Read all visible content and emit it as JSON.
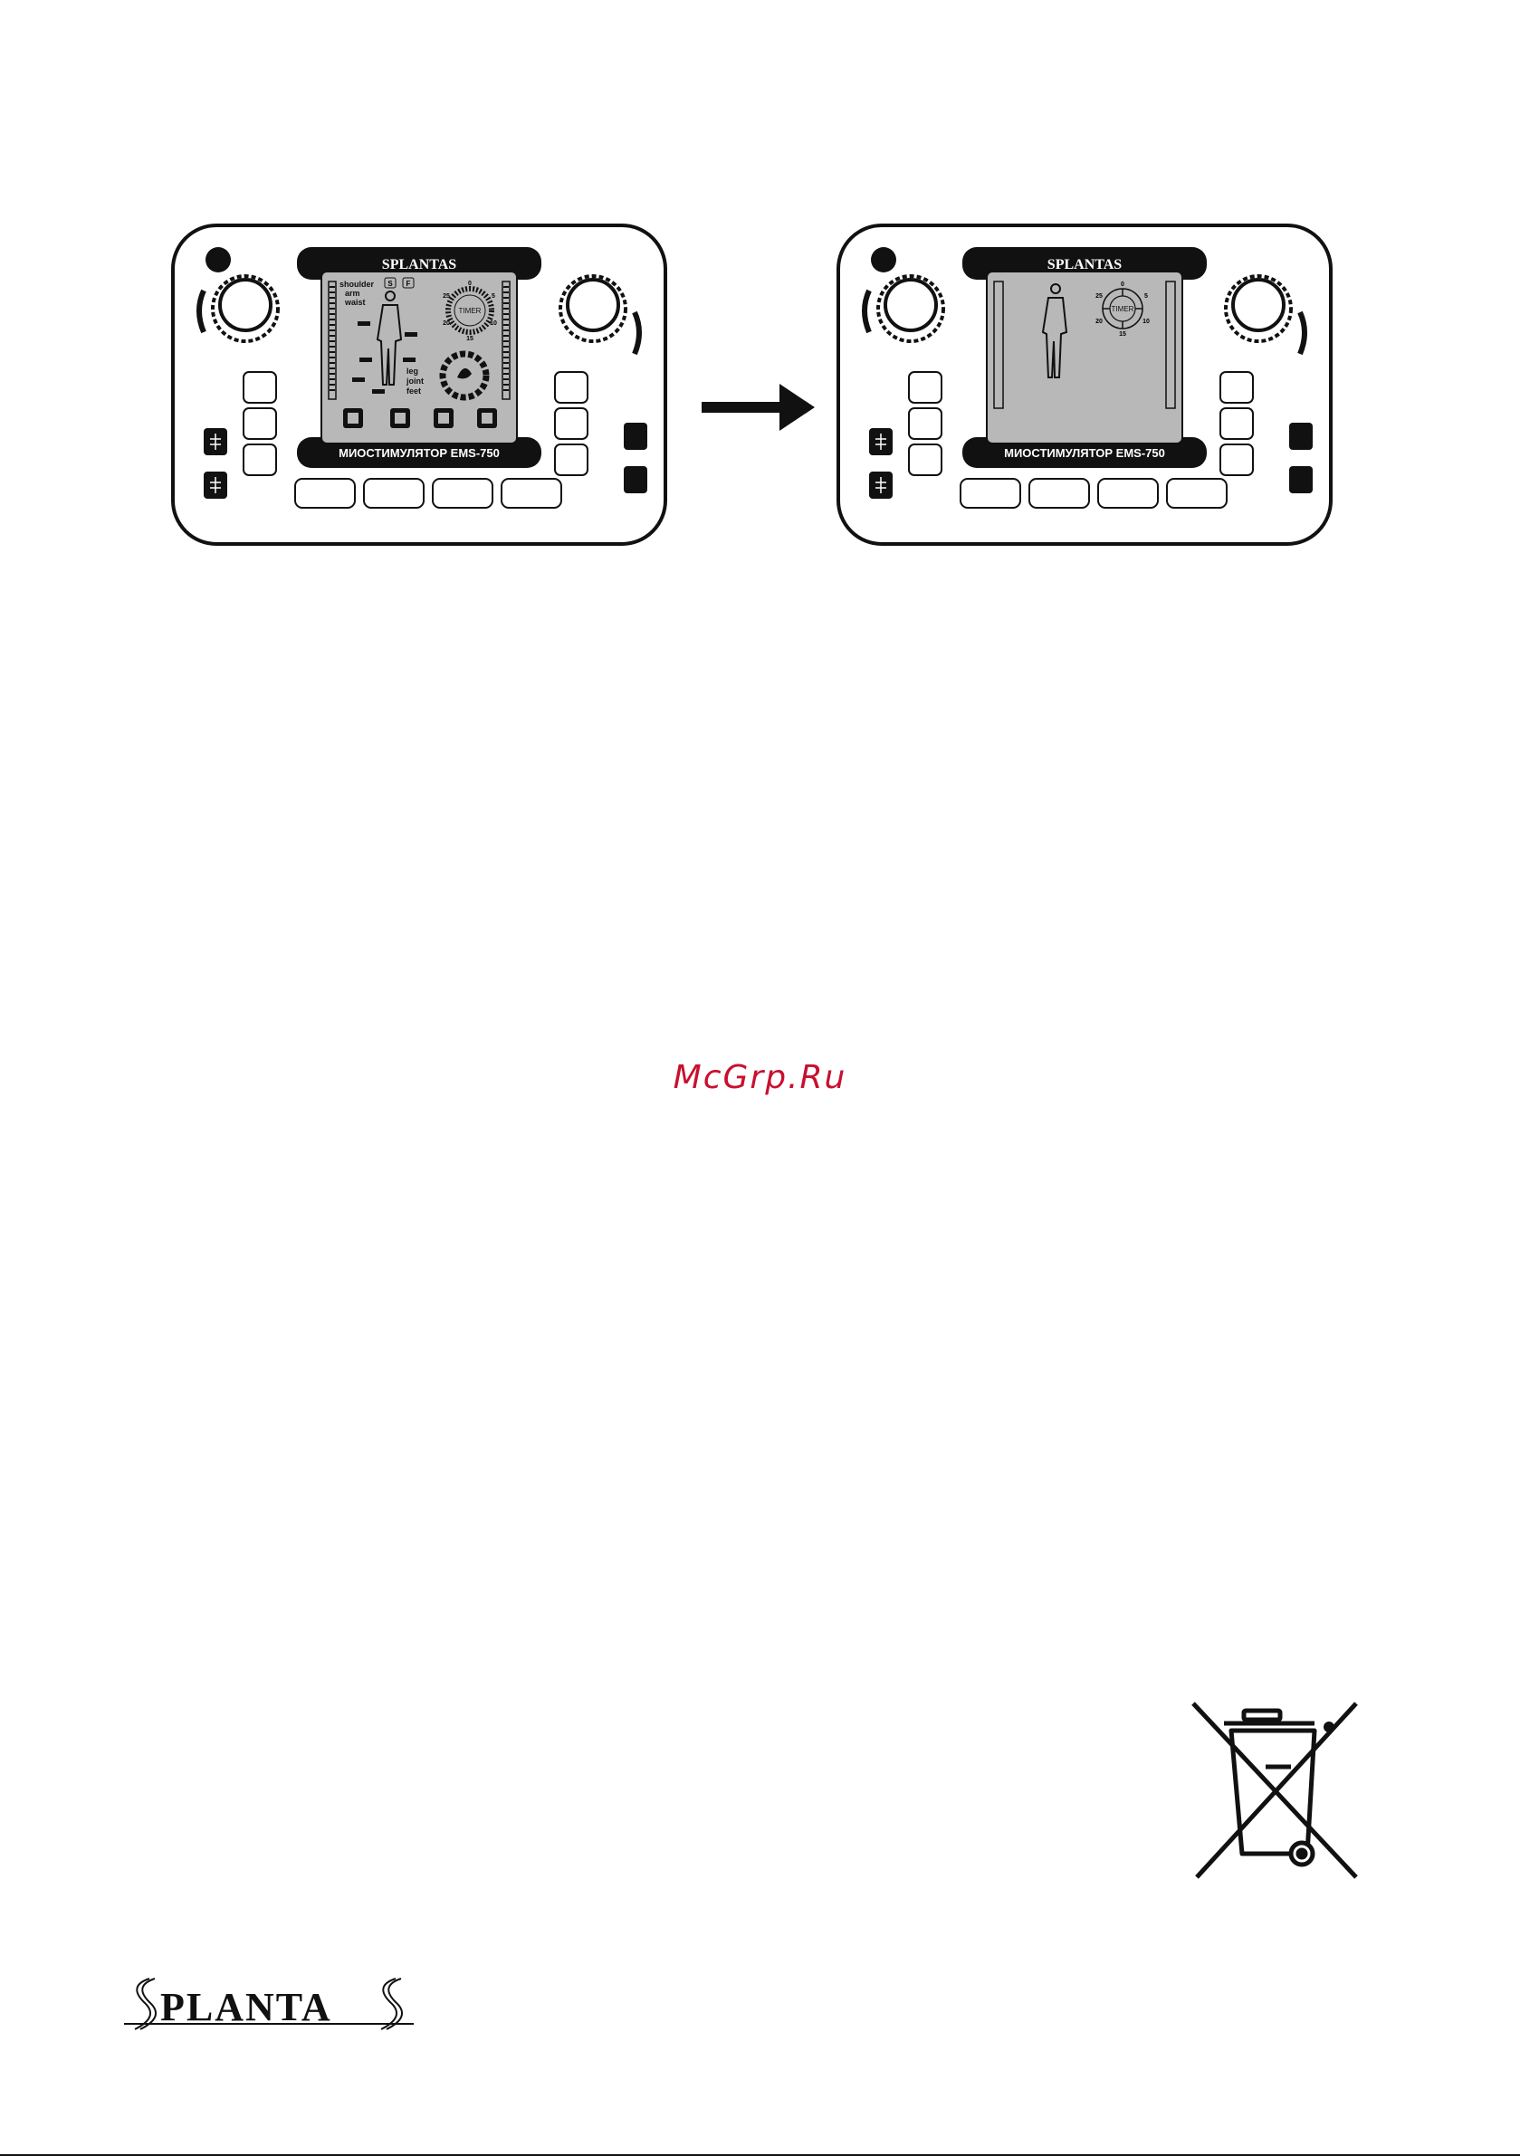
{
  "brand": {
    "name": "SPLANTAS"
  },
  "device_before": {
    "model_label": "МИОСТИМУЛЯТОР EMS-750",
    "zones_top": [
      "shoulder",
      "arm",
      "waist"
    ],
    "zones_bottom": [
      "leg",
      "joint",
      "feet"
    ],
    "mode_badges": [
      "S",
      "F"
    ],
    "timer_label": "TIMER",
    "timer_ticks": [
      "0",
      "5",
      "10",
      "15",
      "20",
      "25"
    ]
  },
  "device_after": {
    "model_label": "МИОСТИМУЛЯТОР EMS-750",
    "timer_label": "TIMER",
    "timer_ticks": [
      "0",
      "5",
      "10",
      "15",
      "20",
      "25"
    ]
  },
  "watermark": {
    "text": "McGrp.Ru"
  },
  "colors": {
    "watermark": "#c8102e",
    "lcd_gray": "#b8b8b8",
    "body_black": "#111111"
  },
  "icons": [
    "right-arrow-icon",
    "weee-crossed-bin-icon",
    "splantas-logo"
  ]
}
